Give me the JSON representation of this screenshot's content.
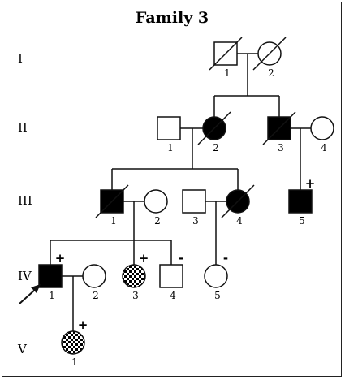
{
  "title": "Family 3",
  "generations": [
    "I",
    "II",
    "III",
    "IV",
    "V"
  ],
  "colors": {
    "line": "#111111",
    "affected": "#000000",
    "unaffected": "#ffffff"
  },
  "legend_note": "",
  "individuals": [
    {
      "id": "I-1",
      "label": "1",
      "sex": "male",
      "status": "unaffected",
      "deceased": true,
      "test": ""
    },
    {
      "id": "I-2",
      "label": "2",
      "sex": "female",
      "status": "unaffected",
      "deceased": true,
      "test": ""
    },
    {
      "id": "II-1",
      "label": "1",
      "sex": "male",
      "status": "unaffected",
      "deceased": false,
      "test": ""
    },
    {
      "id": "II-2",
      "label": "2",
      "sex": "female",
      "status": "affected",
      "deceased": true,
      "test": ""
    },
    {
      "id": "II-3",
      "label": "3",
      "sex": "male",
      "status": "affected",
      "deceased": true,
      "test": ""
    },
    {
      "id": "II-4",
      "label": "4",
      "sex": "female",
      "status": "unaffected",
      "deceased": false,
      "test": ""
    },
    {
      "id": "III-1",
      "label": "1",
      "sex": "male",
      "status": "affected",
      "deceased": true,
      "test": ""
    },
    {
      "id": "III-2",
      "label": "2",
      "sex": "female",
      "status": "unaffected",
      "deceased": false,
      "test": ""
    },
    {
      "id": "III-3",
      "label": "3",
      "sex": "male",
      "status": "unaffected",
      "deceased": false,
      "test": ""
    },
    {
      "id": "III-4",
      "label": "4",
      "sex": "female",
      "status": "affected",
      "deceased": true,
      "test": ""
    },
    {
      "id": "III-5",
      "label": "5",
      "sex": "male",
      "status": "affected",
      "deceased": false,
      "test": "+"
    },
    {
      "id": "IV-1",
      "label": "1",
      "sex": "male",
      "status": "affected",
      "deceased": false,
      "test": "+",
      "proband": true
    },
    {
      "id": "IV-2",
      "label": "2",
      "sex": "female",
      "status": "unaffected",
      "deceased": false,
      "test": ""
    },
    {
      "id": "IV-3",
      "label": "3",
      "sex": "female",
      "status": "checkered",
      "deceased": false,
      "test": "+"
    },
    {
      "id": "IV-4",
      "label": "4",
      "sex": "male",
      "status": "unaffected",
      "deceased": false,
      "test": "-"
    },
    {
      "id": "IV-5",
      "label": "5",
      "sex": "female",
      "status": "unaffected",
      "deceased": false,
      "test": "-"
    },
    {
      "id": "V-1",
      "label": "1",
      "sex": "female",
      "status": "checkered",
      "deceased": false,
      "test": "+"
    }
  ]
}
